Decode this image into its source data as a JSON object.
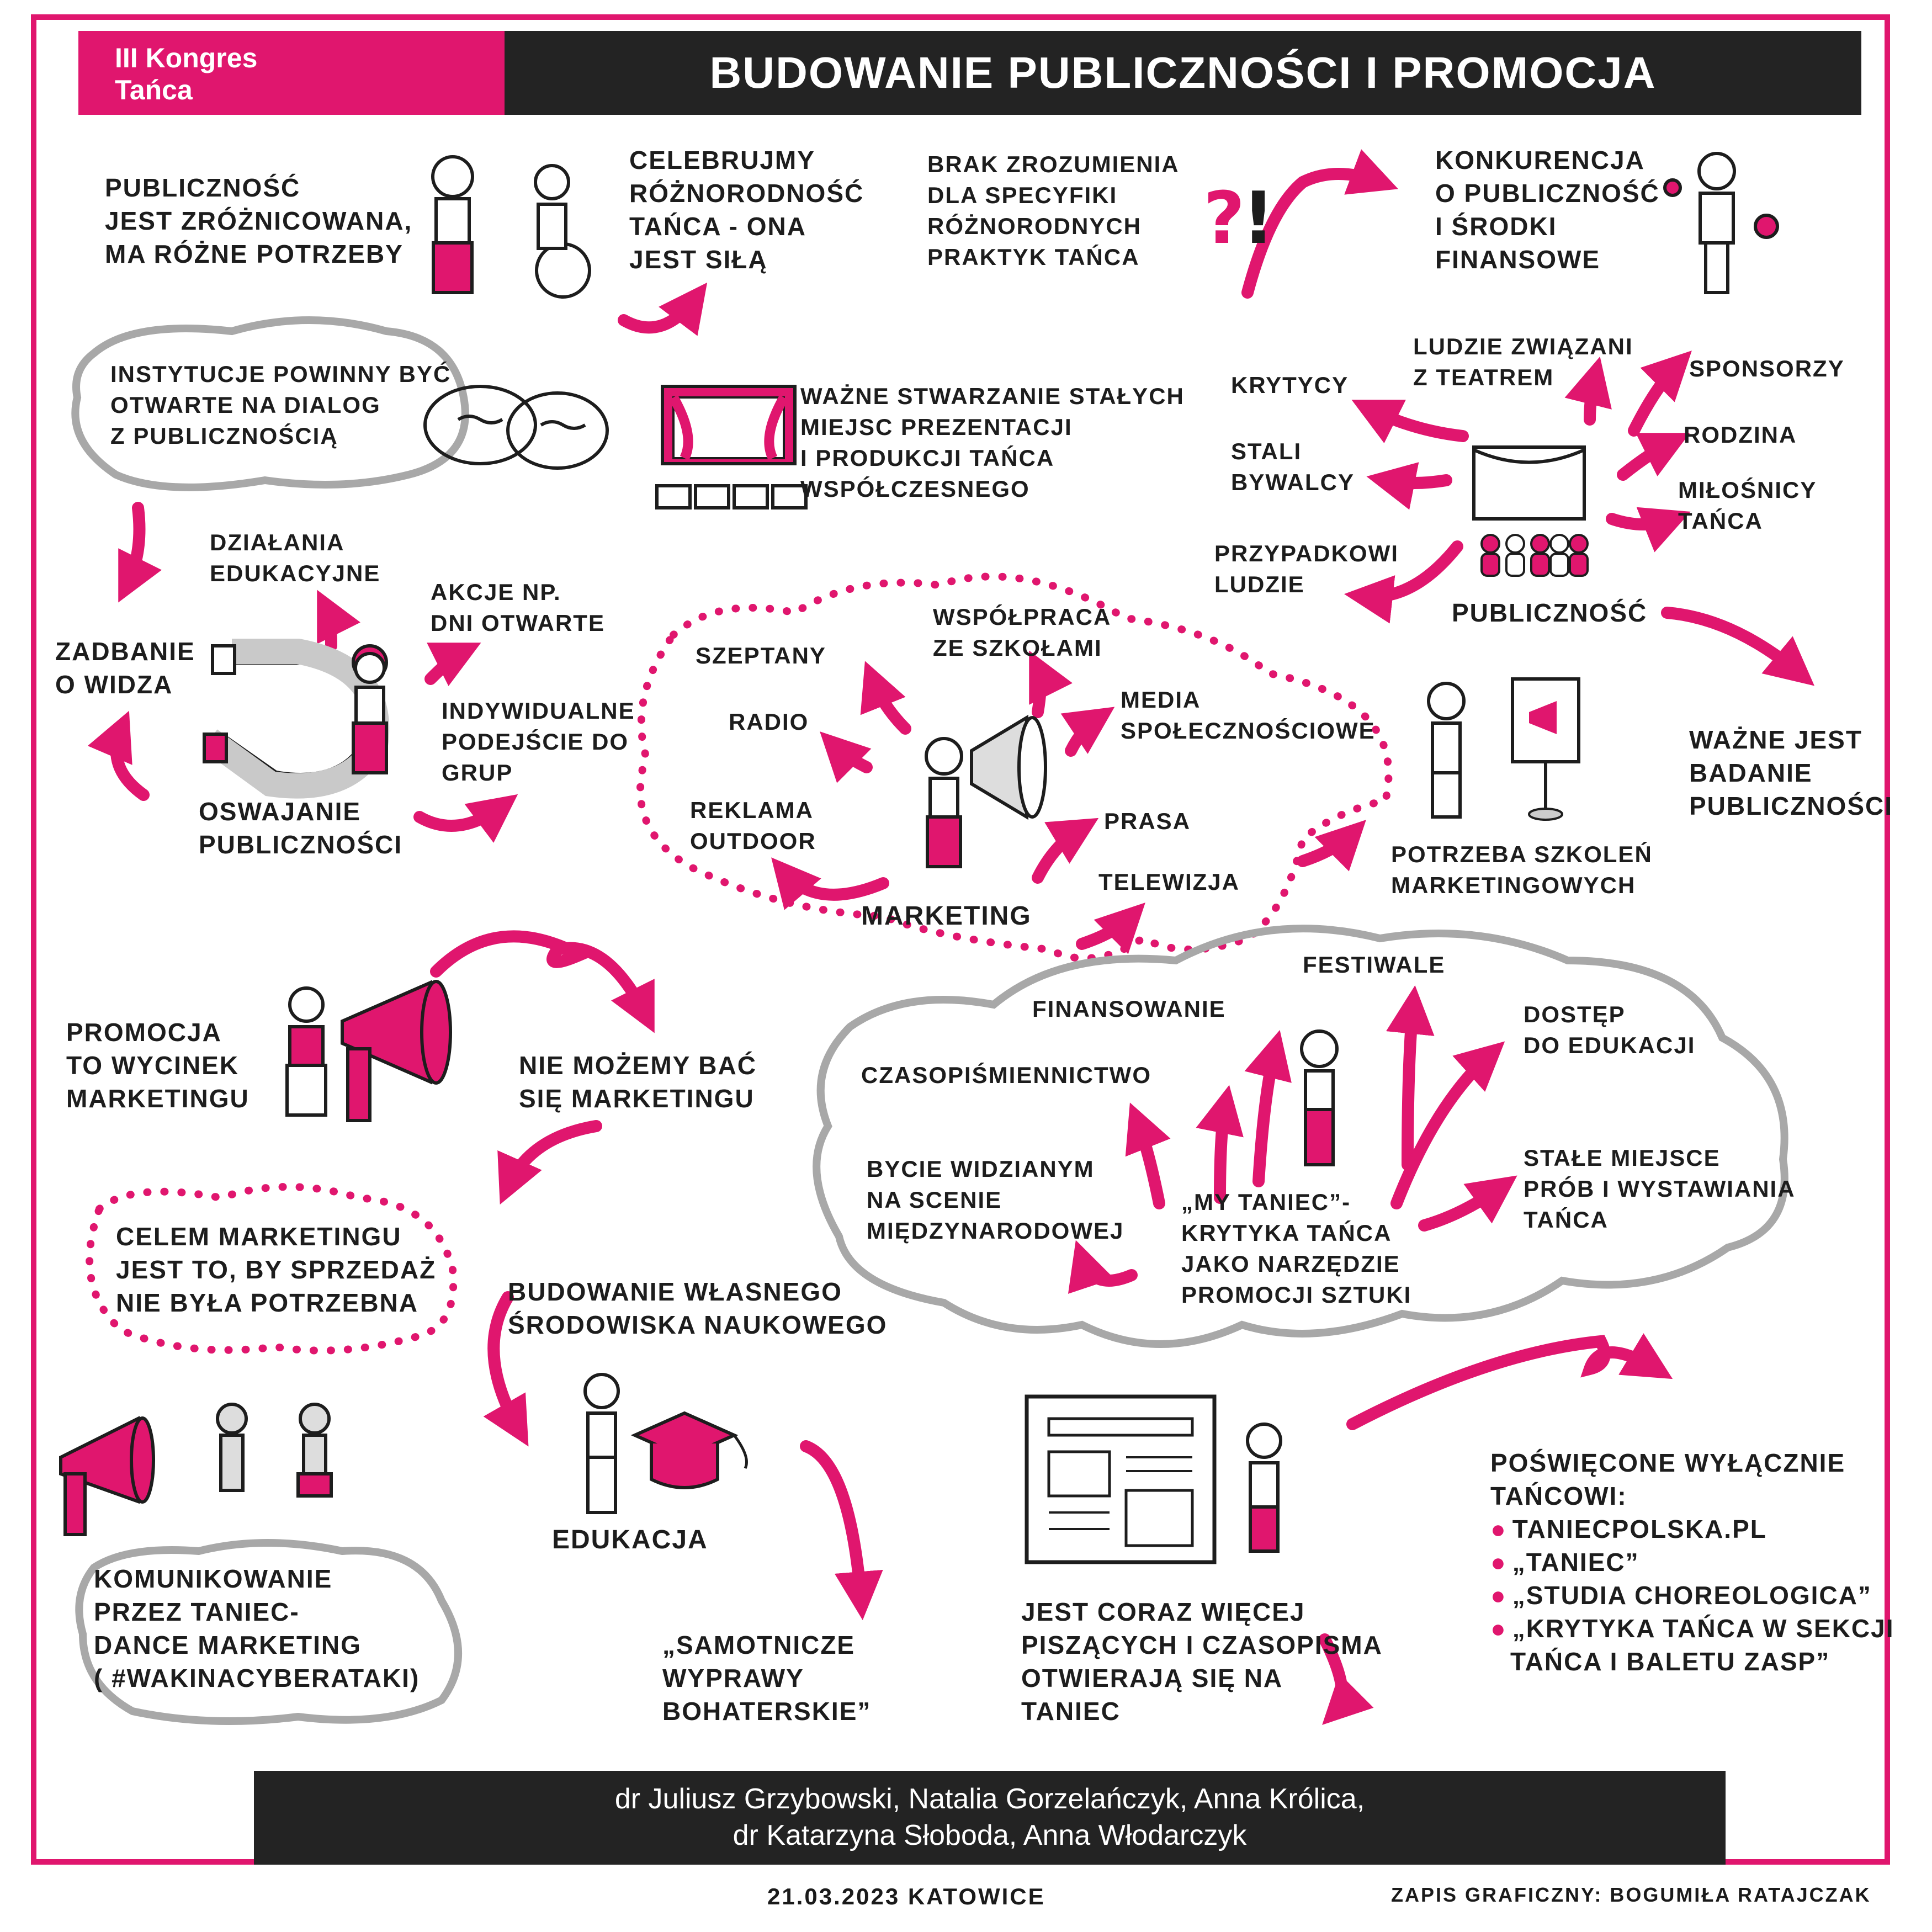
{
  "header": {
    "event_line1": "III Kongres",
    "event_line2": "Tańca",
    "title": "BUDOWANIE PUBLICZNOŚCI I PROMOCJA"
  },
  "notes": {
    "pub_diverse": [
      "Publiczność",
      "jest zróżnicowana,",
      "ma różne potrzeby"
    ],
    "celebrate": [
      "Celebrujmy",
      "różnorodność",
      "tańca - ona",
      "jest siłą"
    ],
    "lack": [
      "Brak zrozumienia",
      "dla specyfiki",
      "różnorodnych",
      "praktyk tańca"
    ],
    "competition": [
      "Konkurencja",
      "o publiczność",
      "i środki",
      "finansowe"
    ],
    "institutions": [
      "Instytucje powinny być",
      "otwarte na dialog",
      "z publicznością"
    ],
    "venues": [
      "Ważne stwarzanie stałych",
      "miejsc prezentacji",
      "i produkcji tańca",
      "współczesnego"
    ],
    "krytycy": "Krytycy",
    "theatre_people": [
      "Ludzie związani",
      "z teatrem"
    ],
    "sponsors": "Sponsorzy",
    "regulars": [
      "Stali",
      "bywalcy"
    ],
    "family": "Rodzina",
    "lovers": [
      "Miłośnicy",
      "tańca"
    ],
    "random": [
      "Przypadkowi",
      "ludzie"
    ],
    "audience": "Publiczność",
    "research": [
      "Ważne jest",
      "badanie",
      "publiczności"
    ],
    "edu_actions": [
      "Działania",
      "edukacyjne"
    ],
    "open_days": [
      "Akcje np.",
      "dni otwarte"
    ],
    "care": [
      "Zadbanie",
      "o widza"
    ],
    "individual": [
      "Indywidualne",
      "podejście do",
      "grup"
    ],
    "taming": [
      "Oswajanie",
      "publiczności"
    ],
    "marketing_training": [
      "Potrzeba szkoleń",
      "marketingowych"
    ],
    "marketing_cloud": {
      "center": "Marketing",
      "items": [
        "Szeptany",
        "Współpraca",
        "ze szkołami",
        "Radio",
        "Media",
        "społecznościowe",
        "Reklama",
        "outdoor",
        "Prasa",
        "Telewizja"
      ]
    },
    "promo_slice": [
      "Promocja",
      "to wycinek",
      "marketingu"
    ],
    "not_afraid": [
      "Nie możemy bać",
      "się marketingu"
    ],
    "goal": [
      "Celem marketingu",
      "jest to, by sprzedaż",
      "nie była potrzebna"
    ],
    "scientific": [
      "Budowanie własnego",
      "środowiska naukowego"
    ],
    "edukacja": "Edukacja",
    "dance_comm": [
      "Komunikowanie",
      "przez taniec-",
      "dance marketing",
      "( #wakinacyberataki)"
    ],
    "heroic": [
      "„Samotnicze",
      "wyprawy",
      "bohaterskie”"
    ],
    "writing": [
      "Jest coraz więcej",
      "piszących i czasopisma",
      "otwierają się na",
      "taniec"
    ],
    "dedicated_title": [
      "Poświęcone wyłącznie",
      "tańcowi:"
    ],
    "dedicated_items": [
      "taniecpolska.pl",
      "„Taniec”",
      "„Studia Choreologica”",
      "„Krytyka tańca w sekcji",
      "tańca i baletu ZASP”"
    ],
    "gray_cloud": {
      "festivals": "Festiwale",
      "funding": "Finansowanie",
      "access": [
        "Dostęp",
        "do edukacji"
      ],
      "journals": "Czasopiśmiennictwo",
      "visible": [
        "Bycie widzianym",
        "na scenie",
        "międzynarodowej"
      ],
      "critique": [
        "„My taniec”-",
        "krytyka tańca",
        "jako narzędzie",
        "promocji sztuki"
      ],
      "rehearsal": [
        "Stałe miejsce",
        "prób i wystawiania",
        "tańca"
      ]
    }
  },
  "authors": [
    "dr Juliusz Grzybowski, Natalia Gorzelańczyk, Anna Królica,",
    "dr Katarzyna Słoboda, Anna Włodarczyk"
  ],
  "footer": {
    "date_place": "21.03.2023  Katowice",
    "credit": "Zapis graficzny: Bogumiła Ratajczak"
  },
  "colors": {
    "accent": "#e0166e",
    "dark": "#232323",
    "gray": "#a8a8a8"
  }
}
